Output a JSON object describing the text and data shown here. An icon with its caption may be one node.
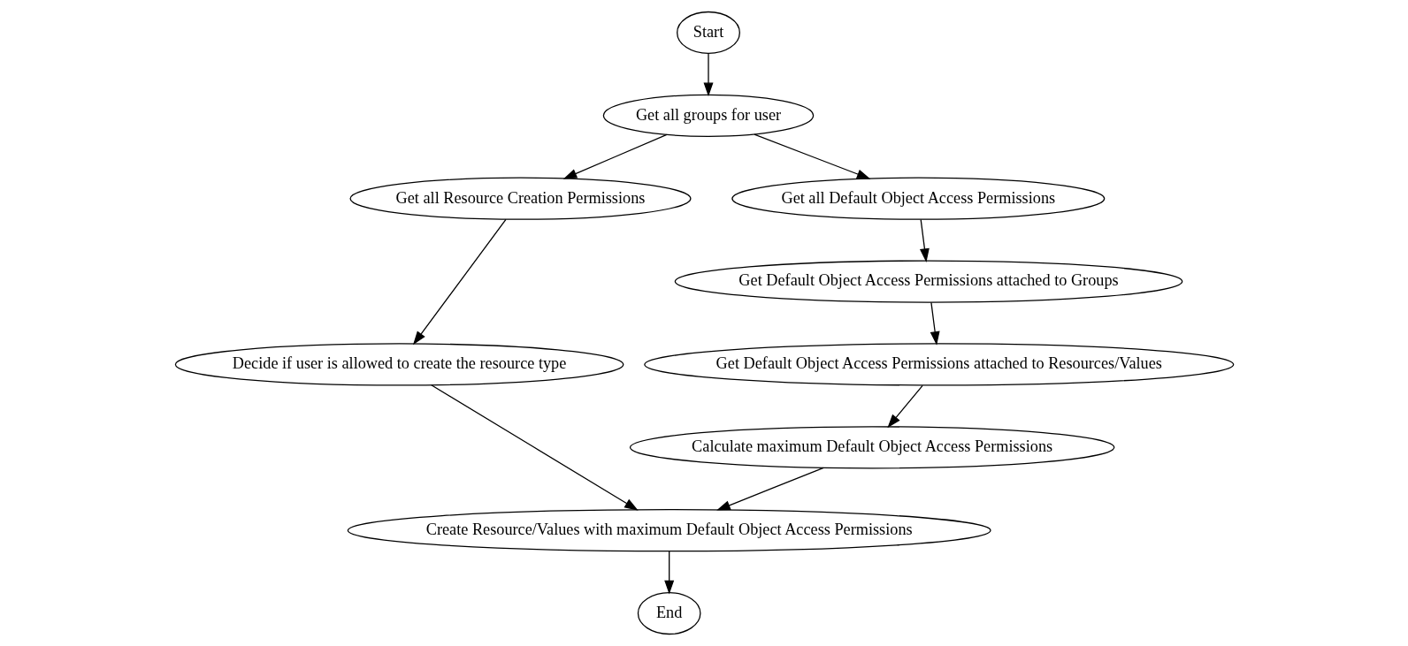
{
  "diagram": {
    "nodes": [
      {
        "text": [
          "Start"
        ]
      },
      {
        "text": [
          "Get all groups for user"
        ]
      },
      {
        "text": [
          "Get all Resource Creation Permissions"
        ]
      },
      {
        "text": [
          "Get all Default Object Access Permissions"
        ]
      },
      {
        "text": [
          "Decide if user is allowed to create the resource type"
        ]
      },
      {
        "text": [
          "Get Default Object Access Permissions attached to Groups"
        ]
      },
      {
        "text": [
          "Get Default Object Access Permissions attached to Resources/Values"
        ]
      },
      {
        "text": [
          "Calculate maximum Default Object Access Permissions"
        ]
      },
      {
        "text": [
          "Create Resource/Values with maximum Default Object Access Permissions"
        ]
      },
      {
        "text": [
          "End"
        ]
      }
    ],
    "edges": [
      {
        "from": 0,
        "to": 1,
        "arrow": "to"
      },
      {
        "from": 1,
        "to": 2,
        "arrow": "to"
      },
      {
        "from": 1,
        "to": 3,
        "arrow": "to"
      },
      {
        "from": 2,
        "to": 4,
        "arrow": "to"
      },
      {
        "from": 3,
        "to": 5,
        "arrow": "to"
      },
      {
        "from": 5,
        "to": 6,
        "arrow": "to"
      },
      {
        "from": 6,
        "to": 7,
        "arrow": "to"
      },
      {
        "from": 4,
        "to": 8,
        "arrow": "to"
      },
      {
        "from": 7,
        "to": 8,
        "arrow": "to"
      },
      {
        "from": 8,
        "to": 9,
        "arrow": "to"
      }
    ]
  }
}
